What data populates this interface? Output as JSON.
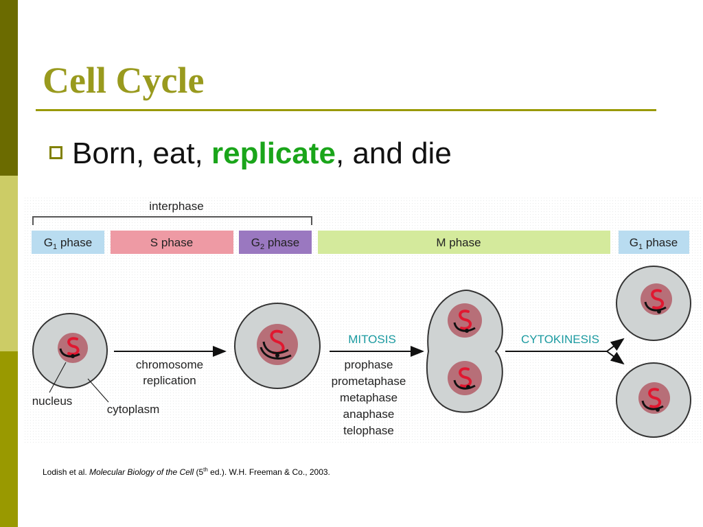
{
  "slide": {
    "title": "Cell Cycle",
    "bullet": {
      "before": "Born, eat, ",
      "highlight": "replicate",
      "after": ", and die"
    }
  },
  "diagram": {
    "interphase_label": "interphase",
    "phases": [
      {
        "name": "g1-phase",
        "main": "G",
        "sub": "1",
        "rest": " phase",
        "color": "#b9dcf0"
      },
      {
        "name": "s-phase",
        "main": "S phase",
        "sub": "",
        "rest": "",
        "color": "#ee9aa4"
      },
      {
        "name": "g2-phase",
        "main": "G",
        "sub": "2",
        "rest": " phase",
        "color": "#9a78c0"
      },
      {
        "name": "m-phase",
        "main": "M phase",
        "sub": "",
        "rest": "",
        "color": "#d4ea9c"
      },
      {
        "name": "g1-phase-next",
        "main": "G",
        "sub": "1",
        "rest": " phase",
        "color": "#b9dcf0"
      }
    ],
    "chromosome_replication": [
      "chromosome",
      "replication"
    ],
    "nucleus_label": "nucleus",
    "cytoplasm_label": "cytoplasm",
    "mitosis_label": "MITOSIS",
    "mitosis_stages": [
      "prophase",
      "prometaphase",
      "metaphase",
      "anaphase",
      "telophase"
    ],
    "cytokinesis_label": "CYTOKINESIS",
    "colors": {
      "cell_fill": "#cfd3d3",
      "nucleus_fill": "#b76f78",
      "label_teal": "#1a9aa0",
      "chromosome_red": "#e01830"
    }
  },
  "citation": {
    "authors": "Lodish et al. ",
    "book": "Molecular Biology of the Cell",
    "edition_open": " (5",
    "edition_sup": "th",
    "edition_rest": " ed.). W.H. Freeman & Co., 2003."
  }
}
